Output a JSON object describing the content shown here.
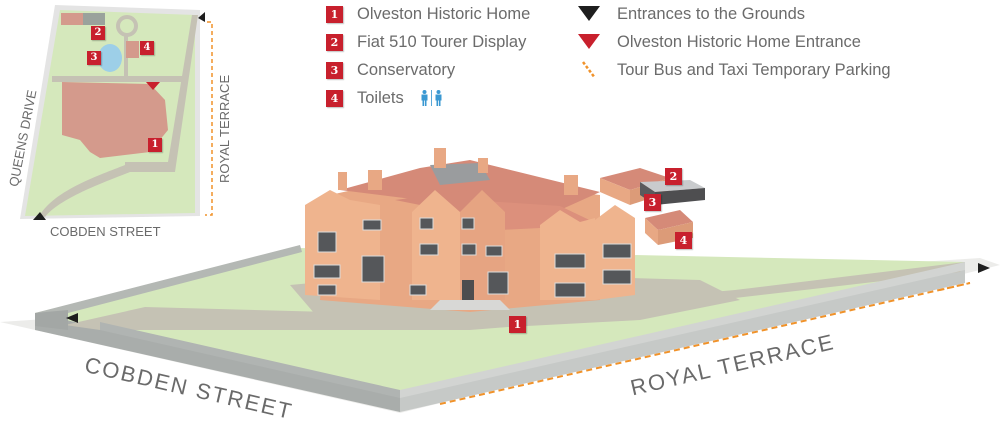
{
  "legend": {
    "numbered": [
      {
        "number": "1",
        "label": "Olveston Historic Home"
      },
      {
        "number": "2",
        "label": "Fiat 510 Tourer Display"
      },
      {
        "number": "3",
        "label": "Conservatory"
      },
      {
        "number": "4",
        "label": "Toilets",
        "icon": "toilets-male-female-icon"
      }
    ],
    "symbols": [
      {
        "symbol": "black-triangle",
        "label": "Entrances to the Grounds"
      },
      {
        "symbol": "red-triangle",
        "label": "Olveston Historic Home Entrance"
      },
      {
        "symbol": "orange-dashed-line",
        "label": "Tour Bus and Taxi Temporary Parking"
      }
    ]
  },
  "inset_map": {
    "streets": {
      "west": "QUEENS DRIVE",
      "east": "ROYAL TERRACE",
      "south": "COBDEN STREET"
    },
    "markers": [
      "1",
      "2",
      "3",
      "4"
    ]
  },
  "main_map": {
    "streets": {
      "front_left": "COBDEN STREET",
      "front_right": "ROYAL TERRACE"
    },
    "markers": [
      "1",
      "2",
      "3",
      "4"
    ]
  },
  "colors": {
    "marker_red": "#c8202d",
    "grass": "#d5e8bc",
    "path": "#c5c2b4",
    "wall": "#b4b8b4",
    "building": "#e8a884",
    "roof": "#d58a78",
    "water": "#9dcfe8",
    "parking_dash": "#f0922a",
    "text": "#6b6b6b"
  }
}
